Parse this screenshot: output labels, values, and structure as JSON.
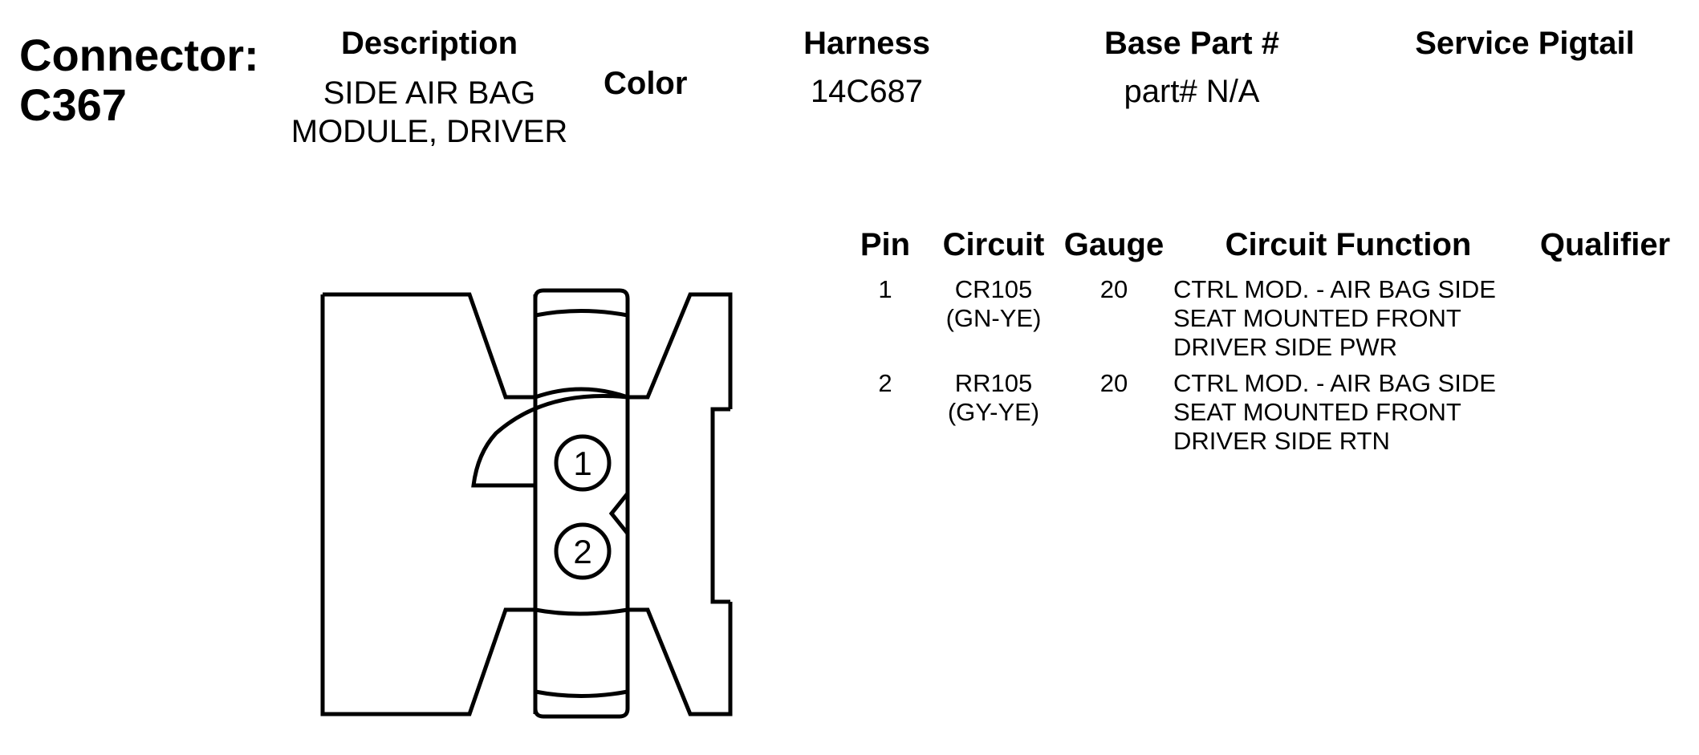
{
  "connector": {
    "label": "Connector:",
    "id": "C367"
  },
  "header": {
    "description_heading": "Description",
    "description_value": "SIDE AIR BAG MODULE, DRIVER",
    "color_heading": "Color",
    "harness_heading": "Harness",
    "harness_value": "14C687",
    "base_part_heading": "Base Part #",
    "base_part_value": "part# N/A",
    "service_pigtail_heading": "Service Pigtail"
  },
  "table": {
    "headers": {
      "pin": "Pin",
      "circuit": "Circuit",
      "gauge": "Gauge",
      "circuit_function": "Circuit Function",
      "qualifier": "Qualifier"
    },
    "rows": [
      {
        "pin": "1",
        "circuit": "CR105",
        "circuit_color": "(GN-YE)",
        "gauge": "20",
        "function": "CTRL MOD. - AIR BAG SIDE SEAT MOUNTED FRONT DRIVER SIDE PWR"
      },
      {
        "pin": "2",
        "circuit": "RR105",
        "circuit_color": "(GY-YE)",
        "gauge": "20",
        "function": "CTRL MOD. - AIR BAG SIDE SEAT MOUNTED FRONT DRIVER SIDE RTN"
      }
    ]
  },
  "drawing": {
    "pin_labels": [
      "1",
      "2"
    ]
  }
}
